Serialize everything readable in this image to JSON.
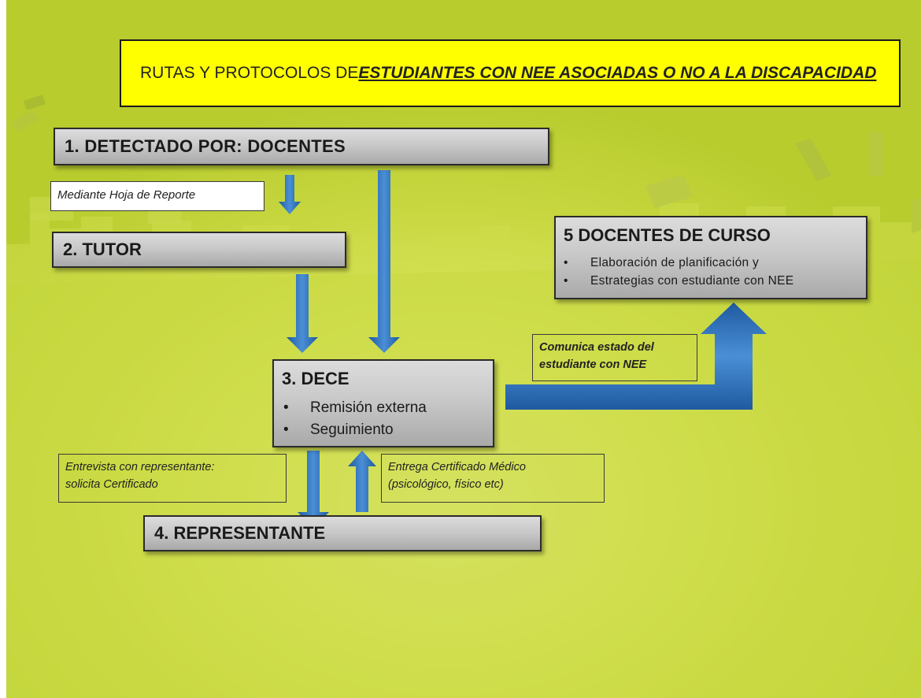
{
  "title": {
    "prefix": "RUTAS Y PROTOCOLOS DE ",
    "emphasis": "ESTUDIANTES CON NEE ASOCIADAS O NO A LA DISCAPACIDAD"
  },
  "steps": {
    "step1": "1.   DETECTADO POR: DOCENTES",
    "step2": "2. TUTOR",
    "step3": {
      "title": "3. DECE",
      "items": [
        "Remisión externa",
        "Seguimiento"
      ]
    },
    "step4": "4. REPRESENTANTE",
    "step5": {
      "title": "5 DOCENTES DE CURSO",
      "items": [
        "Elaboración de planificación y",
        "Estrategias con estudiante con NEE"
      ]
    }
  },
  "notes": {
    "hoja_reporte": "Mediante Hoja de Reporte",
    "entrevista": [
      "Entrevista con representante:",
      "solicita Certificado"
    ],
    "certificado": [
      "Entrega Certificado Médico",
      "(psicológico, físico etc)"
    ],
    "comunica": [
      "Comunica estado del",
      "estudiante con NEE"
    ]
  },
  "bullet": "•",
  "colors": {
    "banner": "#ffff00",
    "background_light": "#f3f3a8",
    "background_green": "#b8cc2e",
    "box_gray": "#c9c9c9",
    "arrow_blue": "#2f6fb8"
  },
  "icons": [
    "arrow-down-icon",
    "arrow-up-icon",
    "bent-arrow-right-up-icon"
  ]
}
